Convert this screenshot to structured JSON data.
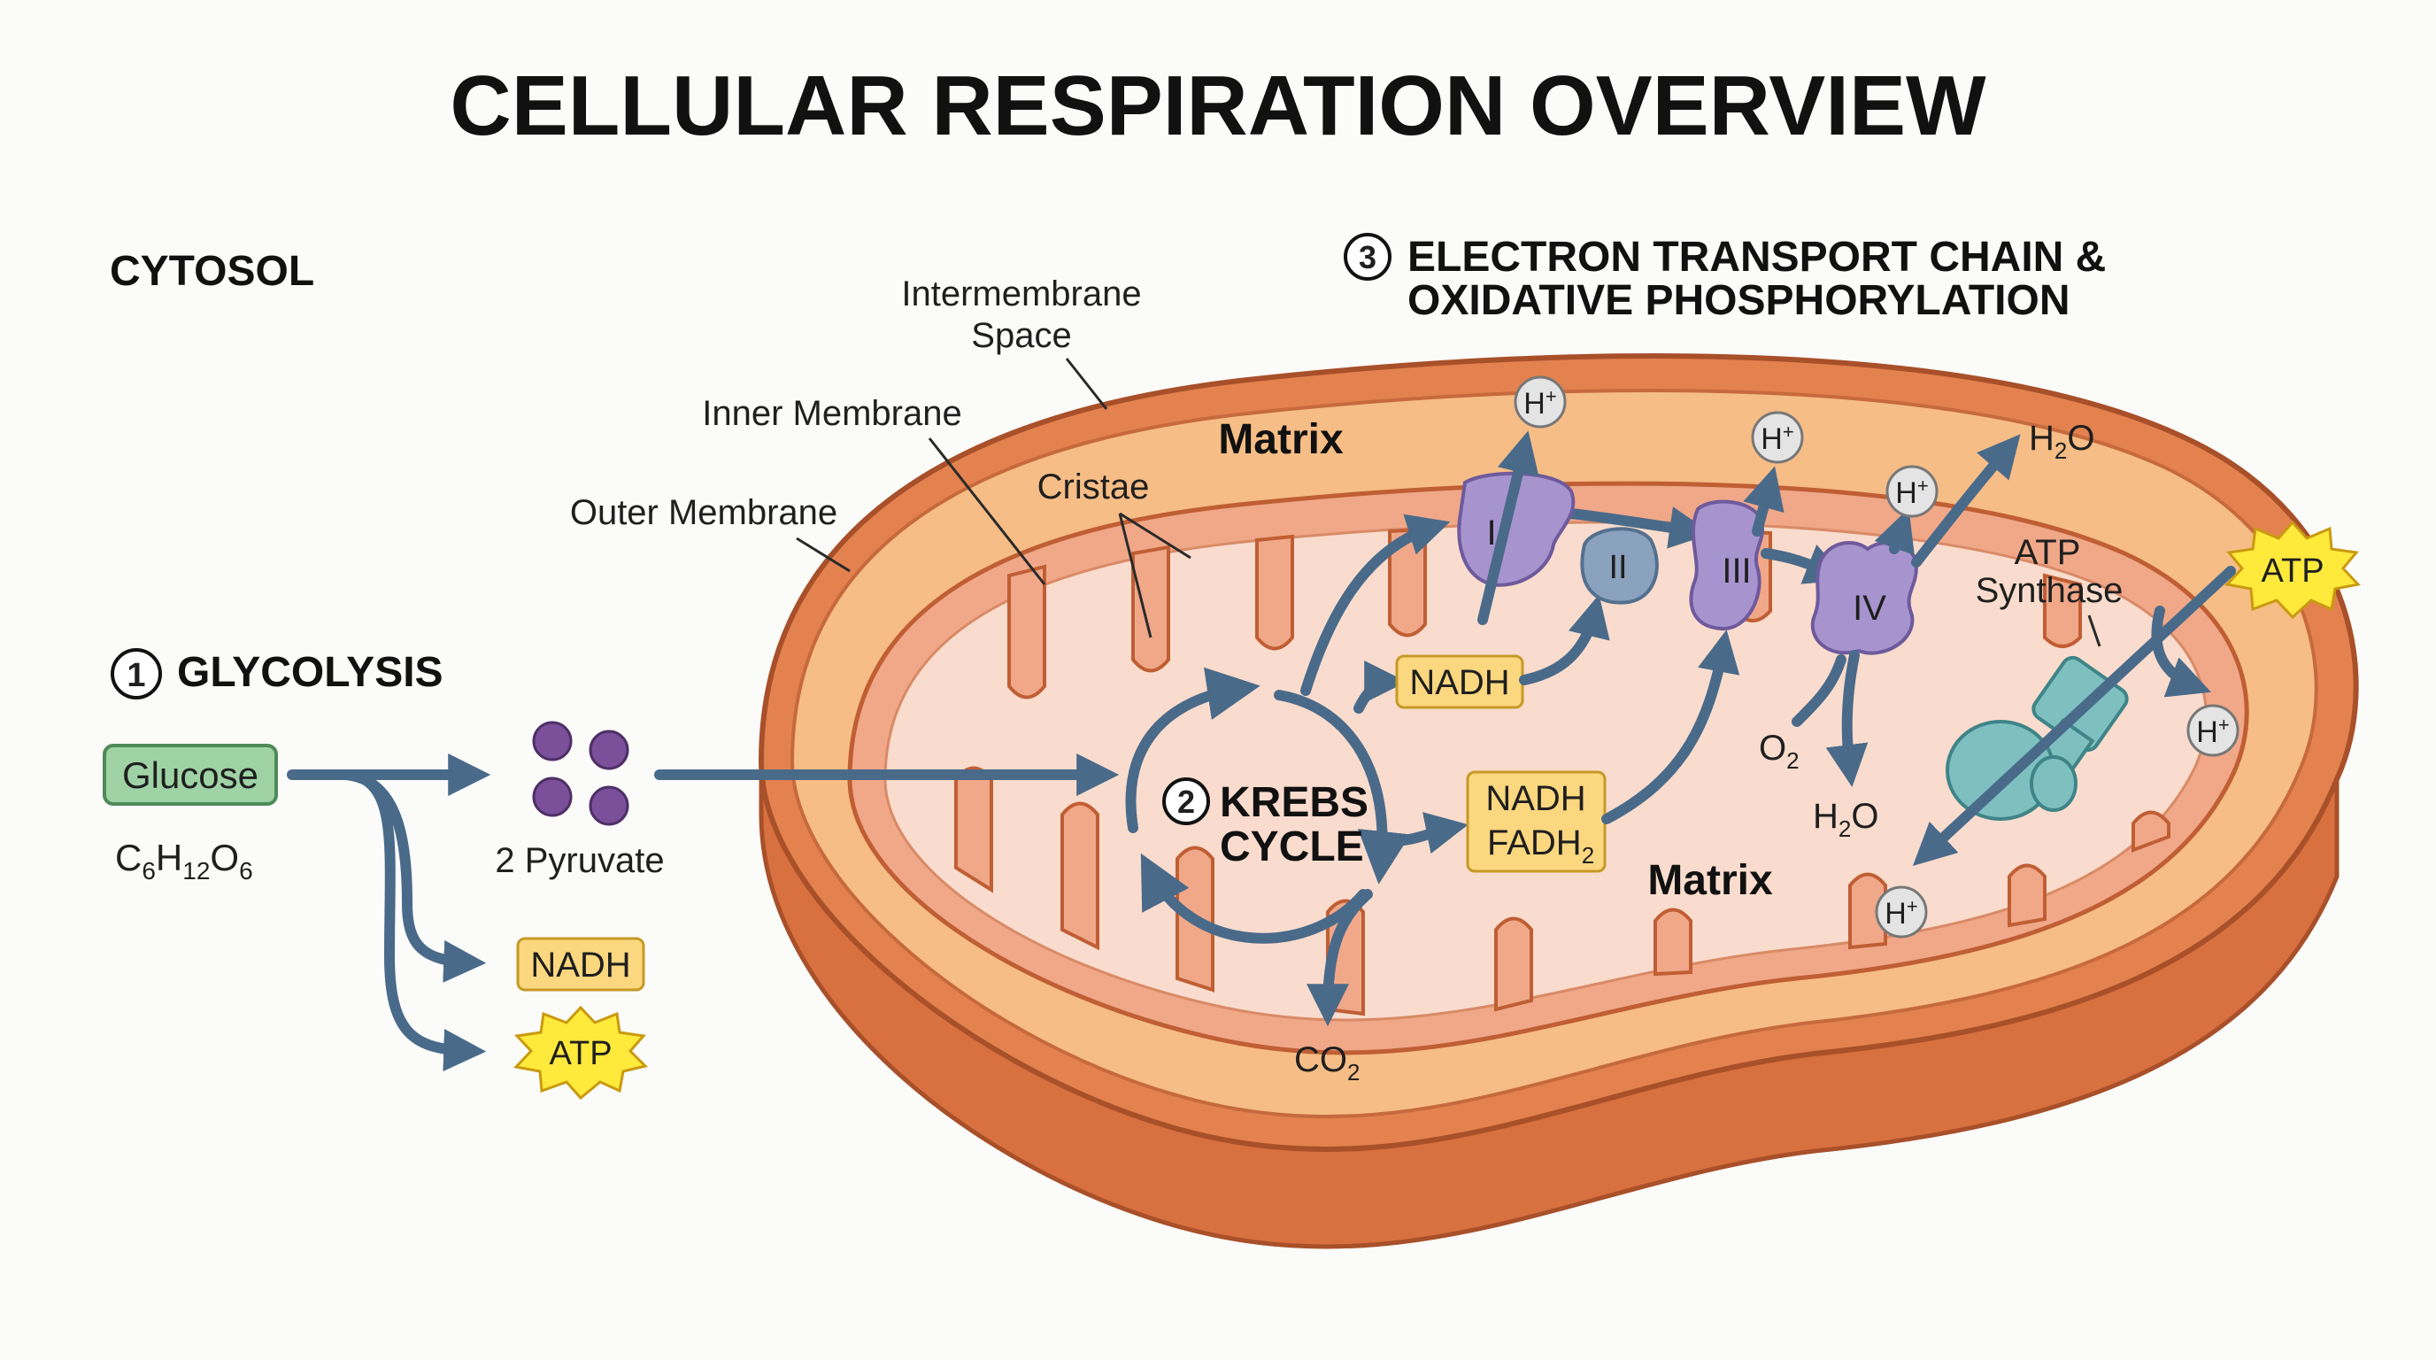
{
  "title": "CELLULAR RESPIRATION OVERVIEW",
  "regions": {
    "cytosol": "CYTOSOL",
    "matrix_top": "Matrix",
    "matrix_center": "Matrix"
  },
  "membrane_labels": {
    "intermembrane_1": "Intermembrane",
    "intermembrane_2": "Space",
    "inner": "Inner Membrane",
    "outer": "Outer Membrane",
    "cristae": "Cristae"
  },
  "glycolysis": {
    "step": "1",
    "label": "GLYCOLYSIS",
    "glucose": "Glucose",
    "formula": {
      "c": "C",
      "c_n": "6",
      "h": "H",
      "h_n": "12",
      "o": "O",
      "o_n": "6"
    },
    "pyruvate": "2 Pyruvate",
    "nadh": "NADH",
    "atp": "ATP"
  },
  "krebs": {
    "step": "2",
    "label_1": "KREBS",
    "label_2": "CYCLE",
    "nadh": "NADH",
    "nadh_2": "NADH",
    "fadh": "FADH",
    "fadh_sub": "2",
    "co2": "CO",
    "co2_sub": "2"
  },
  "etc": {
    "step": "3",
    "label_1": "ELECTRON TRANSPORT CHAIN &",
    "label_2": "OXIDATIVE PHOSPHORYLATION",
    "complex_1": "I",
    "complex_2": "II",
    "complex_3": "III",
    "complex_4": "IV",
    "proton": "H",
    "proton_sup": "+",
    "o2": "O",
    "o2_sub": "2",
    "h2o_h": "H",
    "h2o_sub": "2",
    "h2o_o": "O",
    "atp_synthase_1": "ATP",
    "atp_synthase_2": "Synthase",
    "atp": "ATP"
  },
  "colors": {
    "outer_membrane": "#e07b4c",
    "intermembrane": "#f6bd86",
    "matrix": "#f9dccd",
    "cristae": "#f0a889",
    "arrow": "#4a6a8a",
    "nadh_box": "#fbd77f",
    "glucose_box": "#9fd3a6",
    "complex": "#a794cf",
    "atp_synthase": "#7ebfc0",
    "atp_star": "#ffe93b",
    "pyruvate": "#7b4f9a"
  },
  "icons": [
    "step-number-circle",
    "pyruvate-molecule",
    "atp-starburst",
    "proton-circle"
  ]
}
